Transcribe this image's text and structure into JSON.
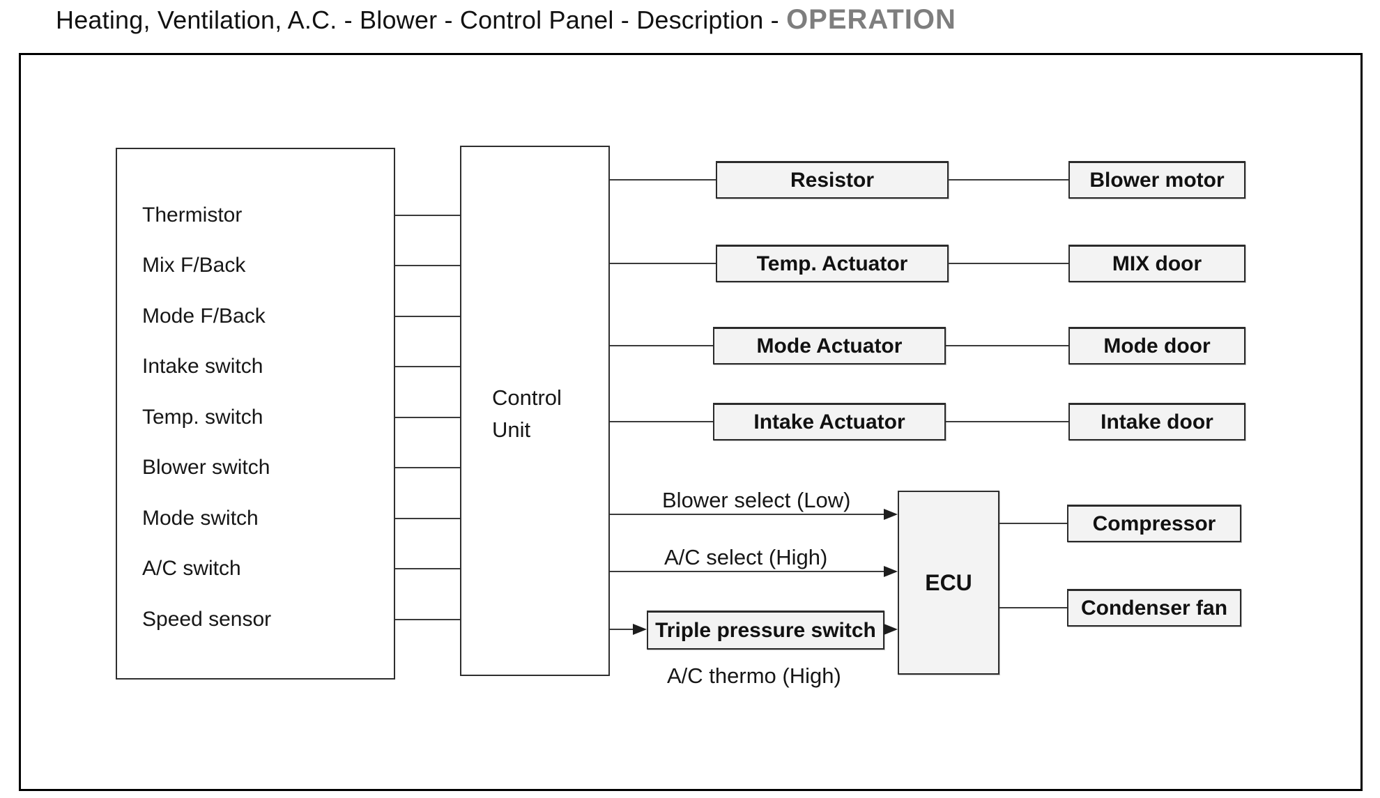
{
  "title": {
    "prefix": "Heating, Ventilation, A.C. - Blower - Control Panel - Description - ",
    "emphasis": "OPERATION"
  },
  "diagram": {
    "inputs": [
      "Thermistor",
      "Mix F/Back",
      "Mode F/Back",
      "Intake switch",
      "Temp. switch",
      "Blower switch",
      "Mode switch",
      "A/C switch",
      "Speed sensor"
    ],
    "control_unit": {
      "line1": "Control",
      "line2": "Unit"
    },
    "actuator_rows": [
      {
        "device": "Resistor",
        "target": "Blower motor"
      },
      {
        "device": "Temp. Actuator",
        "target": "MIX door"
      },
      {
        "device": "Mode Actuator",
        "target": "Mode door"
      },
      {
        "device": "Intake Actuator",
        "target": "Intake door"
      }
    ],
    "ecu": {
      "label": "ECU",
      "signals": [
        {
          "label": "Blower select (Low)"
        },
        {
          "label": "A/C select (High)"
        }
      ],
      "switch_box": "Triple pressure switch",
      "switch_note": "A/C thermo (High)",
      "outputs": [
        "Compressor",
        "Condenser fan"
      ]
    }
  },
  "colors": {
    "line": "#3a3a3a",
    "box_fill": "#f3f3f3",
    "emphasis_gray": "#7e7e7e",
    "frame": "#000000"
  }
}
